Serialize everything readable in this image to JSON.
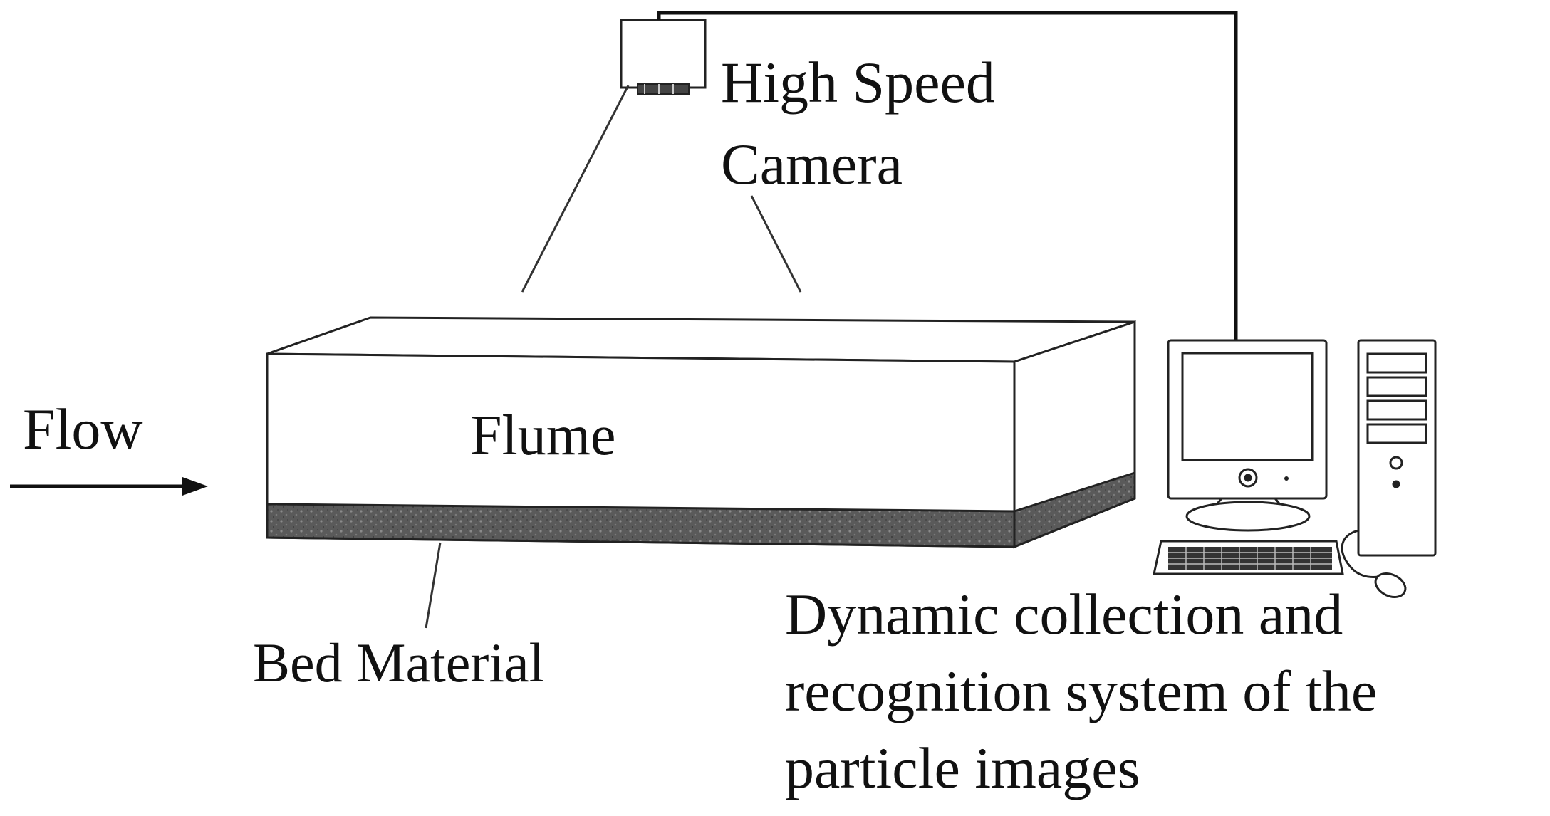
{
  "labels": {
    "flow": "Flow",
    "flume": "Flume",
    "bed_material": "Bed Material",
    "camera_line1": "High Speed",
    "camera_line2": "Camera",
    "system_line1": "Dynamic collection and",
    "system_line2": "recognition system of the",
    "system_line3": "particle images"
  },
  "colors": {
    "ink": "#111111",
    "bed": "#555555"
  }
}
